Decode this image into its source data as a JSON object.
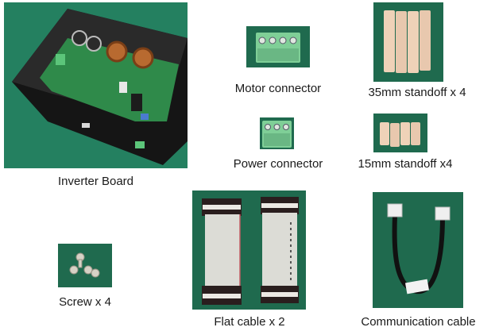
{
  "items": [
    {
      "id": "inverter-board",
      "label": "Inverter Board"
    },
    {
      "id": "motor-connector",
      "label": "Motor connector"
    },
    {
      "id": "power-connector",
      "label": "Power connector"
    },
    {
      "id": "standoff-35mm",
      "label": "35mm standoff x 4"
    },
    {
      "id": "standoff-15mm",
      "label": "15mm standoff x4"
    },
    {
      "id": "screw",
      "label": "Screw x 4"
    },
    {
      "id": "flat-cable",
      "label": "Flat cable x 2"
    },
    {
      "id": "communication-cable",
      "label": "Communication cable"
    }
  ],
  "colors": {
    "mat_green": "#1f6a4e",
    "terminal_green": "#7fcf97",
    "standoff_beige": "#efd2b8",
    "enclosure_black": "#1b1b1b",
    "pcb_green": "#2f8a4a"
  }
}
